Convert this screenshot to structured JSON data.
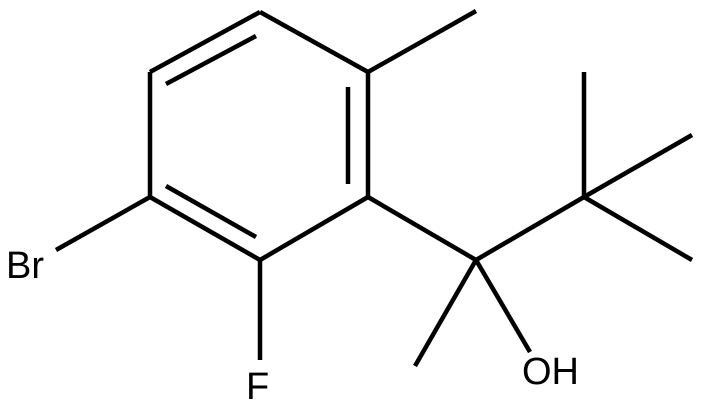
{
  "molecule": {
    "atoms": {
      "bromine": "Br",
      "fluorine": "F",
      "hydroxyl": "OH"
    }
  },
  "colors": {
    "bond": "#000000",
    "background": "#ffffff"
  }
}
